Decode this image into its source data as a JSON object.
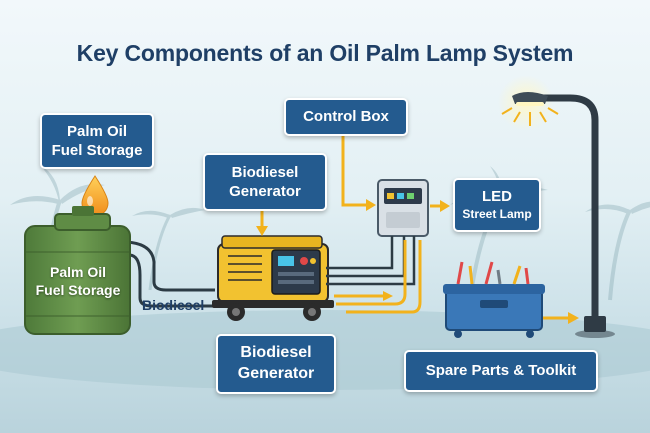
{
  "title": "Key Components of an Oil Palm Lamp System",
  "labels": {
    "storage_top": {
      "line1": "Palm Oil",
      "line2": "Fuel Storage"
    },
    "generator_top": {
      "line1": "Biodiesel",
      "line2": "Generator"
    },
    "control_box": "Control Box",
    "led": {
      "line1": "LED",
      "line2": "Street Lamp"
    },
    "tank_text": {
      "line1": "Palm Oil",
      "line2": "Fuel Storage"
    },
    "biodiesel_flow": "Biodiesel",
    "generator_bottom": {
      "line1": "Biodiesel",
      "line2": "Generator"
    },
    "toolkit": "Spare Parts & Toolkit"
  },
  "icons": [
    "oil-drop-icon",
    "fuel-tank-icon",
    "generator-icon",
    "control-box-icon",
    "street-lamp-icon",
    "toolbox-icon",
    "palm-tree-icon"
  ],
  "colors": {
    "label_bg": "#245b8f",
    "title": "#1f3f66",
    "flow_arrow": "#f2b21c",
    "tank": "#5d8a45",
    "generator": "#f2c230",
    "toolbox": "#3a78b8",
    "drop": "#f5a623"
  }
}
